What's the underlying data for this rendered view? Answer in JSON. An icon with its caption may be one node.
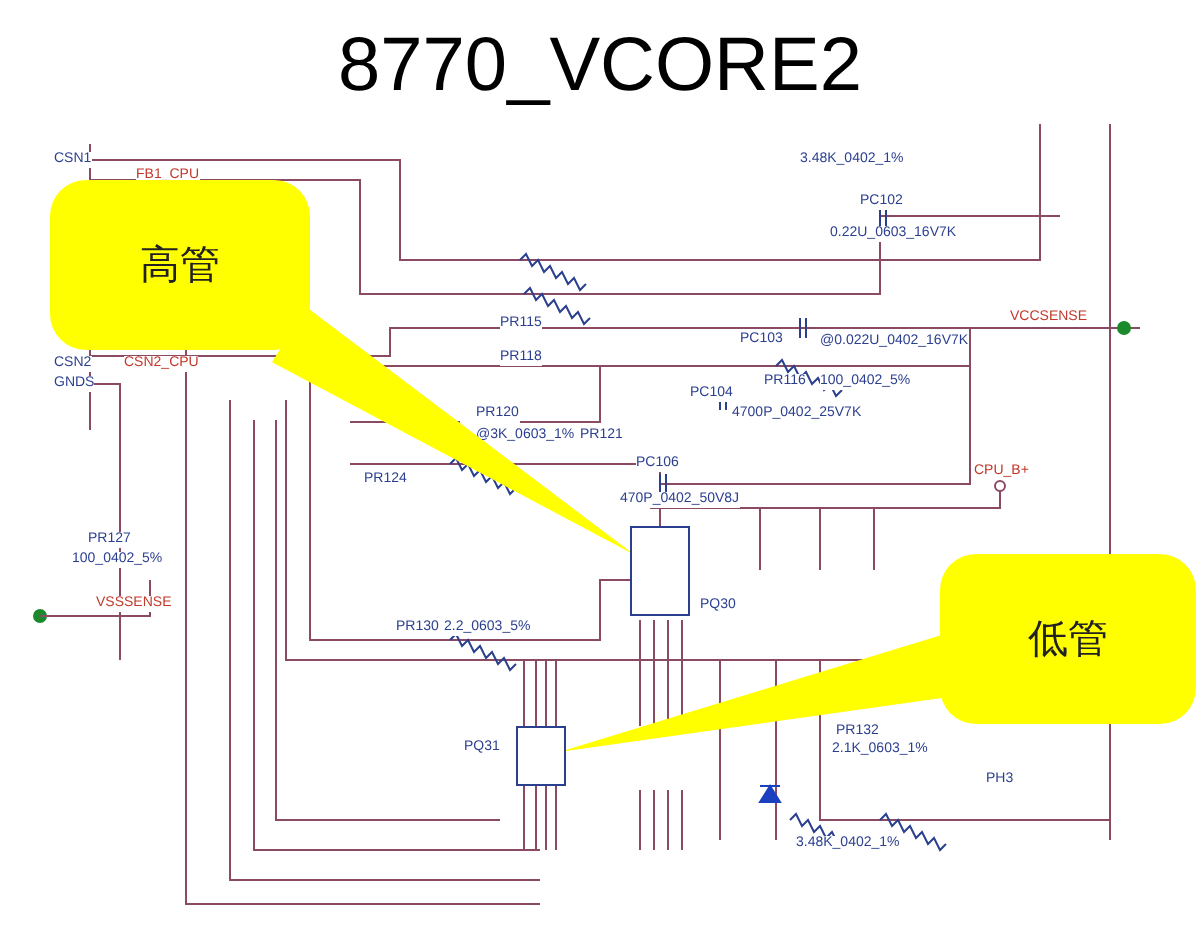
{
  "diagram": {
    "title": "8770_VCORE2",
    "nodes": [
      {
        "text": [
          "高管"
        ]
      },
      {
        "text": [],
        "shape": "box"
      },
      {
        "text": [
          "低管"
        ]
      },
      {
        "text": [],
        "shape": "box"
      }
    ],
    "edges": [
      {
        "from": 0,
        "to": 1,
        "arrow": "none"
      },
      {
        "from": 2,
        "to": 3,
        "arrow": "none"
      }
    ],
    "labels": [
      "CSN1",
      "FB1_CPU",
      "CSN2",
      "CSN2_CPU",
      "GNDS",
      "PR115",
      "PR118",
      "PR120",
      "@3K_0603_1%",
      "PR124",
      "3.48K_0402_1%",
      "PC102",
      "0.22U_0603_16V7K",
      "PC103",
      "@0.022U_0402_16V7K",
      "VCCSENSE",
      "PR116",
      "100_0402_5%",
      "PC104",
      "4700P_0402_25V7K",
      "PR121",
      "PC106",
      "470P_0402_50V8J",
      "CPU_B+",
      "PR127",
      "100_0402_5%",
      "VSSSENSE",
      "PR130",
      "2.2_0603_5%",
      "PQ30",
      "PQ31",
      "PR132",
      "2.1K_0603_1%",
      "PH3",
      "3.48K_0402_1%"
    ]
  }
}
